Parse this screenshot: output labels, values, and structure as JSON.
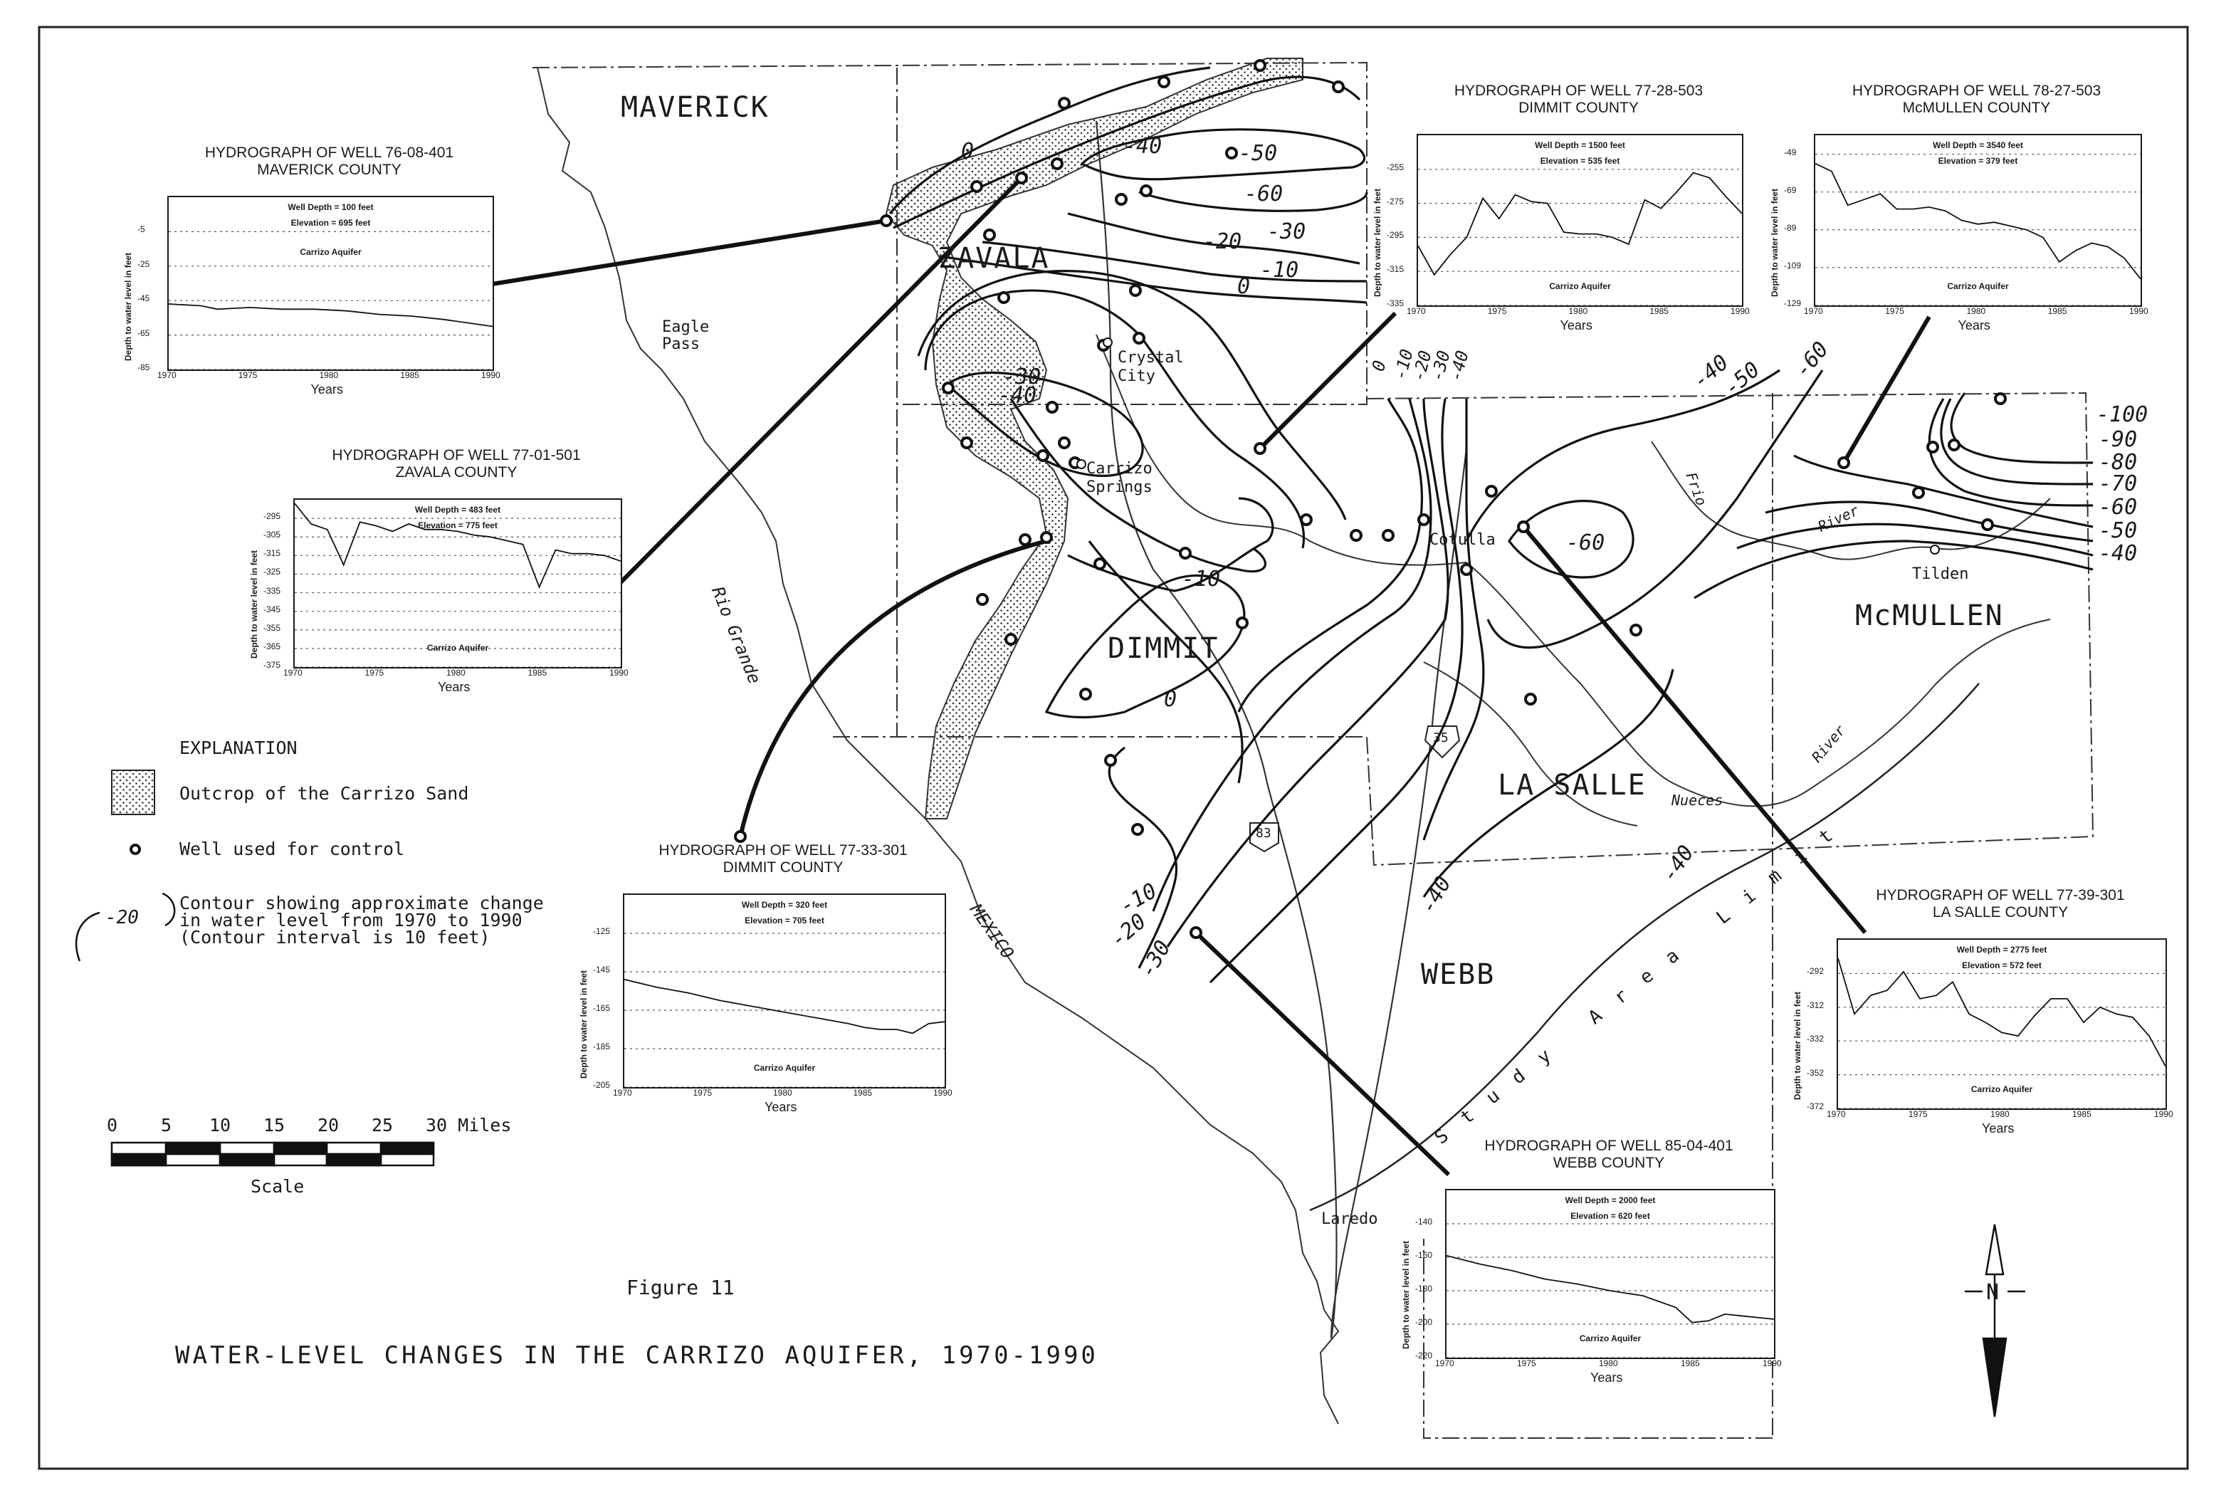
{
  "title": "WATER-LEVEL CHANGES IN THE CARRIZO AQUIFER, 1970-1990",
  "figure": "Figure 11",
  "counties": {
    "maverick": "MAVERICK",
    "zavala": "ZAVALA",
    "dimmit": "DIMMIT",
    "la_salle": "LA SALLE",
    "mcmullen": "McMULLEN",
    "webb": "WEBB"
  },
  "cities": {
    "eagle_pass": "Eagle Pass",
    "crystal_city": "Crystal City",
    "carrizo_springs": "Carrizo Springs",
    "cotulla": "Cotulla",
    "tilden": "Tilden",
    "laredo": "Laredo"
  },
  "rivers": {
    "rio_grande": "Rio Grande",
    "mexico": "MEXICO",
    "frio": "Frio",
    "river_east": "River",
    "nueces": "Nueces",
    "river_south": "River"
  },
  "highways": {
    "i35": "35",
    "us83": "83"
  },
  "study_area": "Study Area Limit",
  "contours": [
    "0",
    "-40",
    "-50",
    "-60",
    "-30",
    "-20",
    "-10",
    "0",
    "-30",
    "-40",
    "-10",
    "0",
    "-10",
    "-20",
    "-30",
    "-40",
    "-40",
    "-60",
    "-40",
    "-50",
    "-60",
    "-100",
    "-90",
    "-80",
    "-70",
    "-60",
    "-50",
    "-40",
    "0",
    "-10",
    "-20",
    "-30",
    "-40"
  ],
  "explanation": {
    "heading": "EXPLANATION",
    "outcrop": "Outcrop of the Carrizo Sand",
    "well": "Well used for control",
    "contour_sample": "-20",
    "contour_line1": "Contour showing approximate change",
    "contour_line2": "in water level from 1970 to 1990",
    "contour_line3": "(Contour interval is 10 feet)"
  },
  "scale": {
    "labels": [
      "0",
      "5",
      "10",
      "15",
      "20",
      "25",
      "30 Miles"
    ],
    "caption": "Scale"
  },
  "north": "N",
  "hydro_common": {
    "ylabel": "Depth to water level in feet",
    "xlabel": "Years",
    "aquifer": "Carrizo Aquifer",
    "xticks": [
      "1970",
      "1975",
      "1980",
      "1985",
      "1990"
    ]
  },
  "hydrographs": [
    {
      "id": "h1",
      "title1": "HYDROGRAPH OF WELL 76-08-401",
      "title2": "MAVERICK COUNTY",
      "depth": "Well Depth = 100 feet",
      "elev": "Elevation = 695 feet",
      "yticks": [
        "-5",
        "-25",
        "-45",
        "-65",
        "-85"
      ],
      "ylim": [
        -85,
        15
      ],
      "x": [
        1970,
        1972,
        1973,
        1975,
        1977,
        1979,
        1981,
        1983,
        1985,
        1987,
        1990
      ],
      "y": [
        -47,
        -48,
        -50,
        -49,
        -50,
        -50,
        -51,
        -53,
        -54,
        -56,
        -60
      ]
    },
    {
      "id": "h2",
      "title1": "HYDROGRAPH OF WELL 77-01-501",
      "title2": "ZAVALA COUNTY",
      "depth": "Well Depth = 483 feet",
      "elev": "Elevation = 775 feet",
      "yticks": [
        "-295",
        "-305",
        "-315",
        "-325",
        "-335",
        "-345",
        "-355",
        "-365",
        "-375"
      ],
      "ylim": [
        -375,
        -285
      ],
      "x": [
        1970,
        1971,
        1972,
        1973,
        1974,
        1975,
        1976,
        1977,
        1978,
        1979,
        1980,
        1981,
        1982,
        1983,
        1984,
        1985,
        1986,
        1987,
        1988,
        1989,
        1990
      ],
      "y": [
        -287,
        -298,
        -301,
        -320,
        -297,
        -299,
        -302,
        -298,
        -301,
        -301,
        -302,
        -304,
        -305,
        -307,
        -309,
        -332,
        -312,
        -314,
        -314,
        -315,
        -318
      ]
    },
    {
      "id": "h3",
      "title1": "HYDROGRAPH OF WELL 77-28-503",
      "title2": "DIMMIT COUNTY",
      "depth": "Well Depth = 1500 feet",
      "elev": "Elevation = 535 feet",
      "yticks": [
        "-255",
        "-275",
        "-295",
        "-315",
        "-335"
      ],
      "ylim": [
        -335,
        -235
      ],
      "x": [
        1970,
        1971,
        1972,
        1973,
        1974,
        1975,
        1976,
        1977,
        1978,
        1979,
        1980,
        1981,
        1982,
        1983,
        1984,
        1985,
        1986,
        1987,
        1988,
        1989,
        1990
      ],
      "y": [
        -300,
        -317,
        -305,
        -295,
        -272,
        -284,
        -270,
        -274,
        -275,
        -292,
        -293,
        -293,
        -295,
        -299,
        -273,
        -278,
        -268,
        -257,
        -260,
        -271,
        -281
      ]
    },
    {
      "id": "h4",
      "title1": "HYDROGRAPH OF WELL 78-27-503",
      "title2": "McMULLEN COUNTY",
      "depth": "Well Depth = 3540 feet",
      "elev": "Elevation = 379 feet",
      "yticks": [
        "-49",
        "-69",
        "-89",
        "-109",
        "-129"
      ],
      "ylim": [
        -129,
        -39
      ],
      "x": [
        1970,
        1971,
        1972,
        1973,
        1974,
        1975,
        1976,
        1977,
        1978,
        1979,
        1980,
        1981,
        1982,
        1983,
        1984,
        1985,
        1986,
        1987,
        1988,
        1989,
        1990
      ],
      "y": [
        -54,
        -58,
        -76,
        -73,
        -70,
        -78,
        -78,
        -77,
        -79,
        -84,
        -86,
        -85,
        -87,
        -89,
        -93,
        -106,
        -100,
        -96,
        -98,
        -104,
        -115
      ]
    },
    {
      "id": "h5",
      "title1": "HYDROGRAPH OF WELL 77-33-301",
      "title2": "DIMMIT COUNTY",
      "depth": "Well Depth = 320 feet",
      "elev": "Elevation = 705 feet",
      "yticks": [
        "-125",
        "-145",
        "-165",
        "-185",
        "-205"
      ],
      "ylim": [
        -205,
        -105
      ],
      "x": [
        1970,
        1972,
        1974,
        1976,
        1978,
        1980,
        1982,
        1984,
        1985,
        1986,
        1987,
        1988,
        1989,
        1990
      ],
      "y": [
        -149,
        -153,
        -156,
        -160,
        -163,
        -166,
        -169,
        -172,
        -174,
        -175,
        -175,
        -177,
        -172,
        -171
      ]
    },
    {
      "id": "h6",
      "title1": "HYDROGRAPH OF WELL 77-39-301",
      "title2": "LA SALLE COUNTY",
      "depth": "Well Depth = 2775 feet",
      "elev": "Elevation = 572 feet",
      "yticks": [
        "-292",
        "-312",
        "-332",
        "-352",
        "-372"
      ],
      "ylim": [
        -372,
        -272
      ],
      "x": [
        1970,
        1971,
        1972,
        1973,
        1974,
        1975,
        1976,
        1977,
        1978,
        1979,
        1980,
        1981,
        1982,
        1983,
        1984,
        1985,
        1986,
        1987,
        1988,
        1989,
        1990
      ],
      "y": [
        -283,
        -316,
        -305,
        -302,
        -291,
        -307,
        -305,
        -297,
        -316,
        -321,
        -327,
        -329,
        -317,
        -307,
        -307,
        -321,
        -312,
        -316,
        -318,
        -329,
        -347
      ]
    },
    {
      "id": "h7",
      "title1": "HYDROGRAPH OF WELL 85-04-401",
      "title2": "WEBB COUNTY",
      "depth": "Well Depth = 2000 feet",
      "elev": "Elevation = 620 feet",
      "yticks": [
        "-140",
        "-160",
        "-180",
        "-200",
        "-220"
      ],
      "ylim": [
        -220,
        -120
      ],
      "x": [
        1970,
        1972,
        1974,
        1976,
        1978,
        1980,
        1982,
        1984,
        1985,
        1986,
        1987,
        1988,
        1990
      ],
      "y": [
        -159,
        -164,
        -168,
        -173,
        -176,
        -180,
        -183,
        -190,
        -199,
        -198,
        -194,
        -195,
        -197
      ]
    }
  ]
}
